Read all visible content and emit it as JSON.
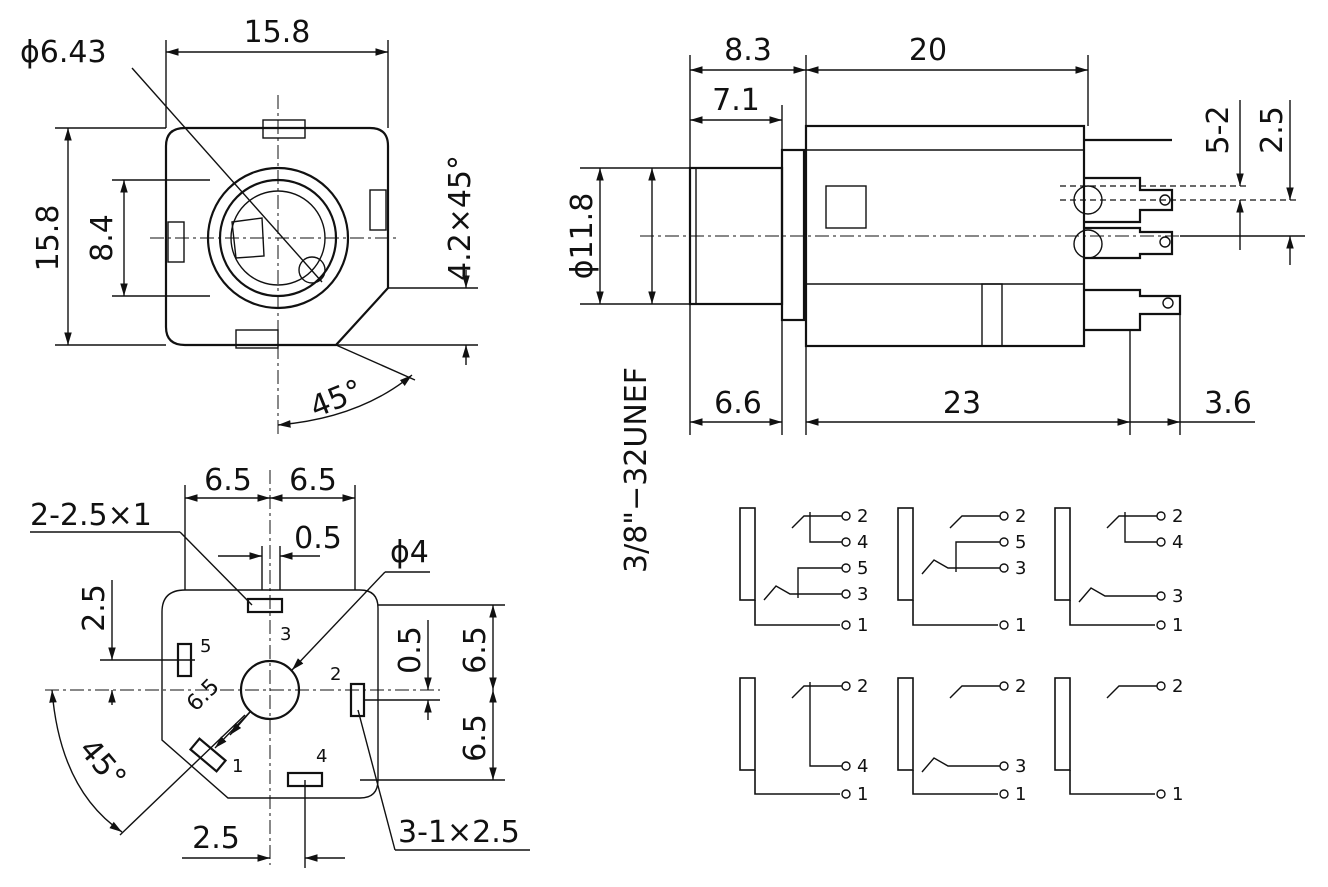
{
  "front_view": {
    "dia_bore": "ϕ6.43",
    "width": "15.8",
    "height": "15.8",
    "inner": "8.4",
    "chamfer": "4.2×45°",
    "angle": "45°"
  },
  "side_view": {
    "d1": "8.3",
    "d2": "20",
    "d3": "7.1",
    "pin_pitch": "5-2",
    "pin_off": "2.5",
    "thread_dia": "ϕ11.8",
    "thread_spec": "3/8\"−32UNEF",
    "d4": "6.6",
    "d5": "23",
    "d6": "3.6"
  },
  "pcb_view": {
    "p1": "6.5",
    "p2": "6.5",
    "slot2": "2-2.5×1",
    "d05a": "0.5",
    "hole": "ϕ4",
    "v25": "2.5",
    "v05": "0.5",
    "v65a": "6.5",
    "v65b": "6.5",
    "diag": "6.5",
    "angle": "45°",
    "b25": "2.5",
    "slot3": "3-1×2.5",
    "pins": [
      "1",
      "2",
      "3",
      "4",
      "5"
    ]
  },
  "schematics": {
    "rows": [
      [
        [
          "2",
          "4",
          "5",
          "3",
          "1"
        ],
        [
          "2",
          "5",
          "3",
          "1"
        ],
        [
          "2",
          "4",
          "3",
          "1"
        ]
      ],
      [
        [
          "2",
          "4",
          "1"
        ],
        [
          "2",
          "3",
          "1"
        ],
        [
          "2",
          "1"
        ]
      ]
    ]
  }
}
